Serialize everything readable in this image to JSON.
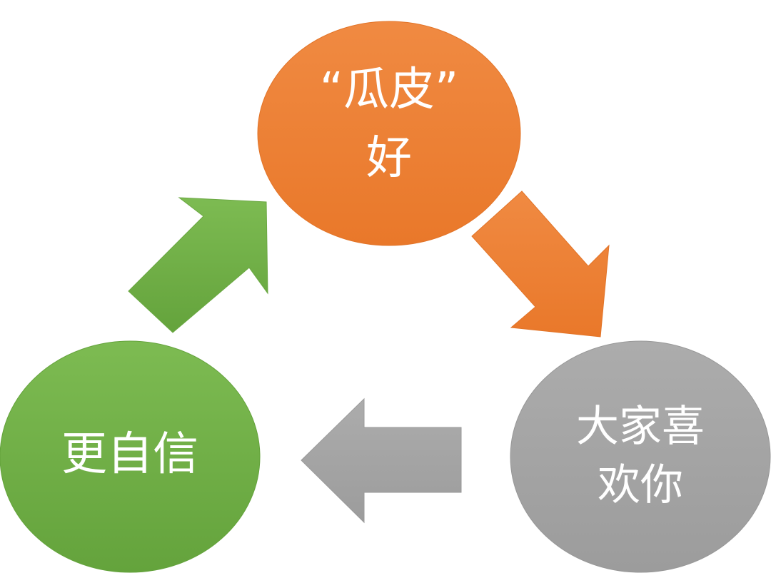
{
  "nodes": {
    "top": {
      "line1": "“瓜皮”",
      "line2": "好",
      "color": "#ED7D31"
    },
    "right": {
      "line1": "大家喜",
      "line2": "欢你",
      "color": "#A5A5A5"
    },
    "left": {
      "line1": "更自信",
      "color": "#70AD47"
    }
  },
  "arrows": [
    {
      "from": "left",
      "to": "top",
      "color": "#70AD47"
    },
    {
      "from": "top",
      "to": "right",
      "color": "#ED7D31"
    },
    {
      "from": "right",
      "to": "left",
      "color": "#A5A5A5"
    }
  ]
}
